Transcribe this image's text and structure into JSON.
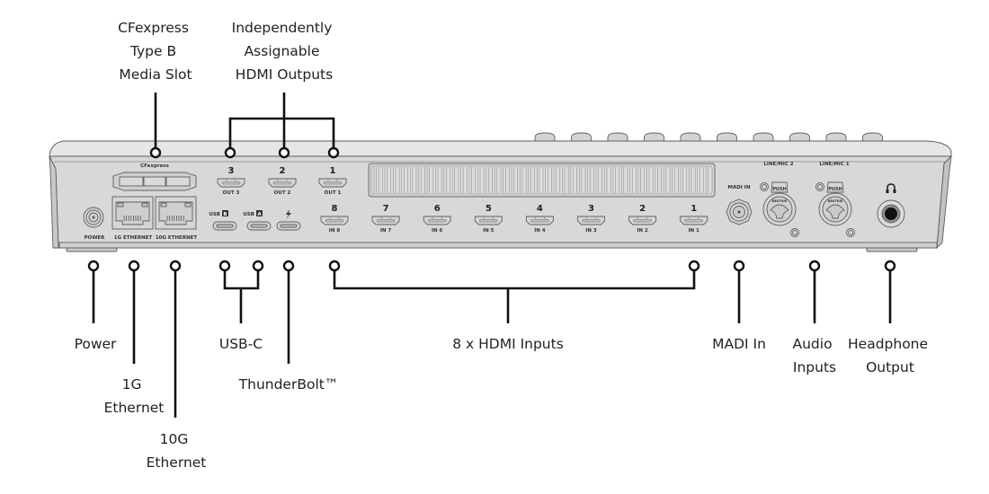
{
  "title": "Rear panel connections diagram",
  "callouts": {
    "cfexpress": {
      "lines": [
        "CFexpress",
        "Type B",
        "Media Slot"
      ]
    },
    "hdmi_outputs": {
      "lines": [
        "Independently",
        "Assignable",
        "HDMI Outputs"
      ]
    },
    "power": {
      "lines": [
        "Power"
      ]
    },
    "ethernet_1g": {
      "lines": [
        "1G",
        "Ethernet"
      ]
    },
    "ethernet_10g": {
      "lines": [
        "10G",
        "Ethernet"
      ]
    },
    "usb_c": {
      "lines": [
        "USB-C"
      ]
    },
    "thunderbolt": {
      "lines": [
        "ThunderBolt™"
      ]
    },
    "hdmi_inputs": {
      "lines": [
        "8 x HDMI Inputs"
      ]
    },
    "madi_in": {
      "lines": [
        "MADI In"
      ]
    },
    "audio_inputs": {
      "lines": [
        "Audio",
        "Inputs"
      ]
    },
    "headphone_output": {
      "lines": [
        "Headphone",
        "Output"
      ]
    }
  },
  "panel": {
    "cfexpress_label": "CFexpress",
    "power_label": "POWER",
    "eth1g_label": "1G ETHERNET",
    "eth10g_label": "10G ETHERNET",
    "usb_b_label": "USB",
    "usb_b_letter": "B",
    "usb_a_label": "USB",
    "usb_a_letter": "A",
    "thunderbolt_icon": "thunderbolt-icon",
    "madi_label": "MADI IN",
    "line_mic_2_label": "LINE/MIC 2",
    "line_mic_1_label": "LINE/MIC 1",
    "push_label": "PUSH",
    "neutrik_label": "NEUTRIK",
    "headphone_icon": "headphone-icon",
    "hdmi_outputs": [
      {
        "number": "3",
        "label": "OUT 3"
      },
      {
        "number": "2",
        "label": "OUT 2"
      },
      {
        "number": "1",
        "label": "OUT 1"
      }
    ],
    "hdmi_inputs": [
      {
        "number": "8",
        "label": "IN 8"
      },
      {
        "number": "7",
        "label": "IN 7"
      },
      {
        "number": "6",
        "label": "IN 6"
      },
      {
        "number": "5",
        "label": "IN 5"
      },
      {
        "number": "4",
        "label": "IN 4"
      },
      {
        "number": "3",
        "label": "IN 3"
      },
      {
        "number": "2",
        "label": "IN 2"
      },
      {
        "number": "1",
        "label": "IN 1"
      }
    ],
    "top_button_count": 10
  },
  "colors": {
    "device_body": "#d9d9d9",
    "device_top": "#e4e4e4",
    "outline": "#5e5e5e",
    "leader": "#111111"
  }
}
